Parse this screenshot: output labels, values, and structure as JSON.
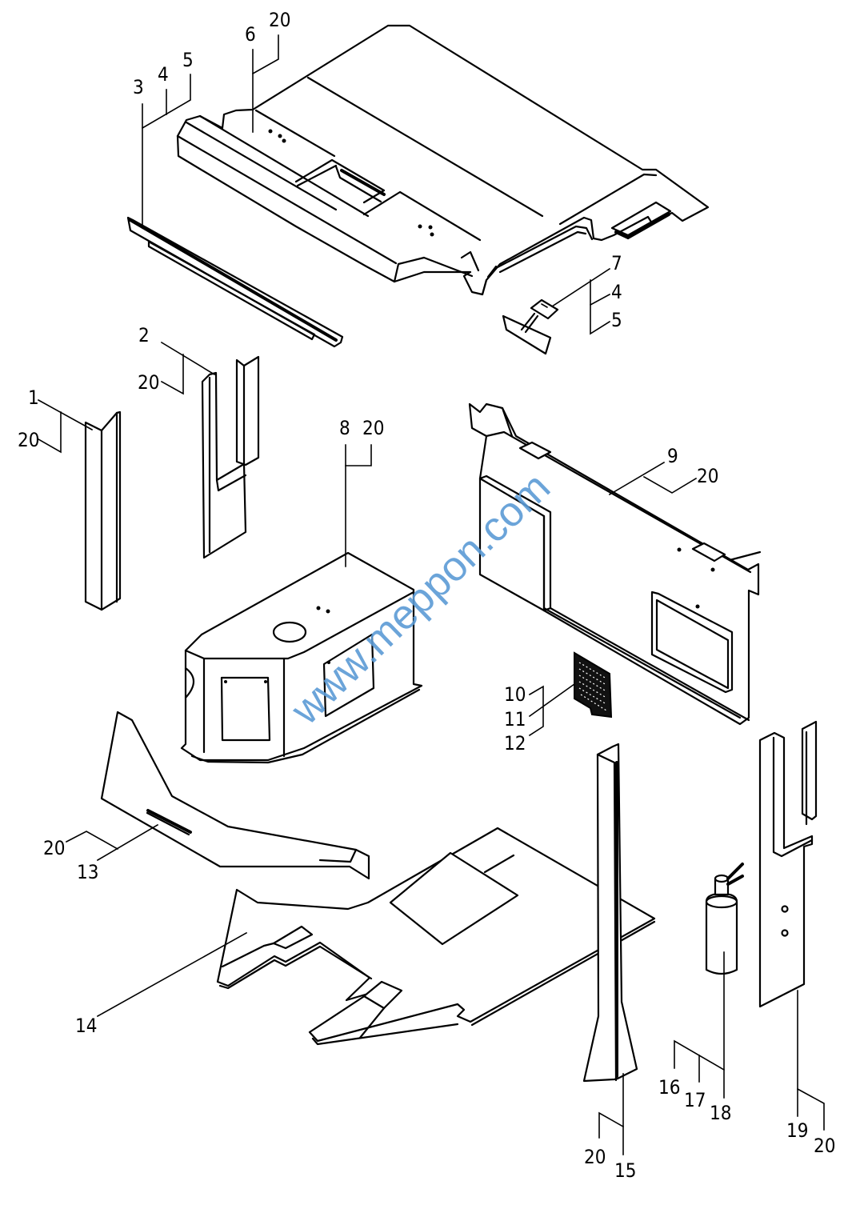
{
  "diagram": {
    "type": "exploded-parts-view",
    "watermark": "www.meppon.com",
    "colors": {
      "line": "#000000",
      "background": "#ffffff",
      "watermark": "#5b9bd5"
    },
    "callouts": [
      {
        "id": "c1",
        "labels": [
          "1",
          "20"
        ],
        "part": "corner-post-left"
      },
      {
        "id": "c2",
        "labels": [
          "2",
          "20"
        ],
        "part": "front-pillar-panel"
      },
      {
        "id": "c3",
        "labels": [
          "3",
          "4",
          "5"
        ],
        "part": "lower-trim-strip"
      },
      {
        "id": "c4",
        "labels": [
          "6",
          "20"
        ],
        "part": "roof-headliner"
      },
      {
        "id": "c5",
        "labels": [
          "7",
          "4",
          "5"
        ],
        "part": "interior-mirror"
      },
      {
        "id": "c6",
        "labels": [
          "8",
          "20"
        ],
        "part": "console-cover"
      },
      {
        "id": "c7",
        "labels": [
          "9",
          "20"
        ],
        "part": "rear-wall-panel"
      },
      {
        "id": "c8",
        "labels": [
          "10",
          "11",
          "12"
        ],
        "part": "vent-grille"
      },
      {
        "id": "c9",
        "labels": [
          "13",
          "20"
        ],
        "part": "side-trim-panel"
      },
      {
        "id": "c10",
        "labels": [
          "14"
        ],
        "part": "floor-mat"
      },
      {
        "id": "c11",
        "labels": [
          "15",
          "20"
        ],
        "part": "rear-pillar-trim"
      },
      {
        "id": "c12",
        "labels": [
          "16",
          "17",
          "18"
        ],
        "part": "fire-extinguisher"
      },
      {
        "id": "c13",
        "labels": [
          "19",
          "20"
        ],
        "part": "rear-corner-panel"
      }
    ]
  }
}
